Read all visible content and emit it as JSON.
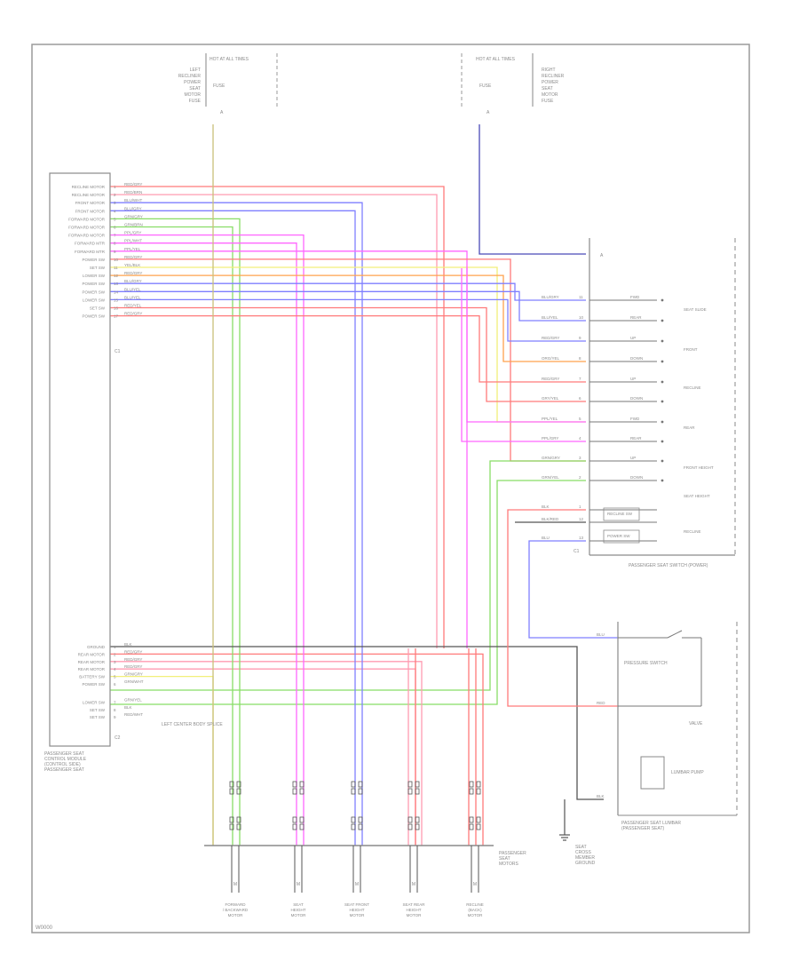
{
  "diagram": {
    "figure_id": "W0000",
    "power_left": {
      "fuse_box": "HOT AT ALL TIMES",
      "fuse": "FUSE",
      "title_lines": [
        "LEFT",
        "RECLINER",
        "POWER",
        "SEAT",
        "MOTOR",
        "FUSE"
      ],
      "pin": "A"
    },
    "power_right": {
      "fuse_box": "HOT AT ALL TIMES",
      "fuse": "FUSE",
      "title_lines": [
        "RIGHT",
        "RECLINER",
        "POWER",
        "SEAT",
        "MOTOR",
        "FUSE"
      ],
      "pin": "A"
    },
    "module": {
      "name_lines": [
        "PASSENGER SEAT",
        "CONTROL MODULE",
        "(CONTROL SIDE)",
        "PASSENGER SEAT"
      ],
      "conn_top": "C1",
      "conn_bottom": "C2",
      "pins_top": [
        {
          "pin": "1",
          "label": "RECLINE MOTOR",
          "wire": "RED/GRY"
        },
        {
          "pin": "2",
          "label": "RECLINE MOTOR",
          "wire": "RED/BRN"
        },
        {
          "pin": "3",
          "label": "FRONT MOTOR",
          "wire": "BLU/WHT"
        },
        {
          "pin": "4",
          "label": "FRONT MOTOR",
          "wire": "BLU/GRY"
        },
        {
          "pin": "5",
          "label": "FORWARD MOTOR",
          "wire": "GRN/GRY"
        },
        {
          "pin": "6",
          "label": "FORWARD MOTOR",
          "wire": "GRN/BRN"
        },
        {
          "pin": "7",
          "label": "FORWARD MOTOR",
          "wire": "PPL/GRY"
        },
        {
          "pin": "8",
          "label": "FORWARD MTR",
          "wire": "PPL/WHT"
        },
        {
          "pin": "9",
          "label": "FORWARD MTR",
          "wire": "PPL/YEL"
        },
        {
          "pin": "10",
          "label": "POWER SW",
          "wire": "RED/GRY"
        },
        {
          "pin": "11",
          "label": "SET SW",
          "wire": "YEL/BLK"
        },
        {
          "pin": "12",
          "label": "LOWER SW",
          "wire": "RED/GRY"
        },
        {
          "pin": "13",
          "label": "POWER SW",
          "wire": "BLU/GRY"
        },
        {
          "pin": "14",
          "label": "POWER SW",
          "wire": "BLU/YEL"
        },
        {
          "pin": "15",
          "label": "LOWER SW",
          "wire": "BLU/YEL"
        },
        {
          "pin": "16",
          "label": "SET SW",
          "wire": "RED/YEL"
        },
        {
          "pin": "17",
          "label": "POWER SW",
          "wire": "RED/GRY"
        }
      ],
      "pins_bottom": [
        {
          "pin": "1",
          "label": "GROUND",
          "wire": "BLK"
        },
        {
          "pin": "2",
          "label": "REAR MOTOR",
          "wire": "RED/GRY"
        },
        {
          "pin": "3",
          "label": "REAR MOTOR",
          "wire": "RED/GRY"
        },
        {
          "pin": "4",
          "label": "REAR MOTOR",
          "wire": "RED/GRY"
        },
        {
          "pin": "5",
          "label": "BATTERY SW",
          "wire": "GRN/GRY"
        },
        {
          "pin": "6",
          "label": "POWER SW",
          "wire": "GRN/WHT"
        },
        {
          "pin": "7",
          "label": "LOWER SW",
          "wire": "GRN/YEL"
        },
        {
          "pin": "8",
          "label": "SET SW",
          "wire": "BLK"
        },
        {
          "pin": "9",
          "label": "SET SW",
          "wire": "RED/WHT"
        }
      ],
      "splice_note": "LEFT CENTER BODY SPLICE"
    },
    "switch_assy": {
      "name": "PASSENGER SEAT SWITCH (POWER)",
      "conn": "C1",
      "pin_a": "A",
      "inputs": [
        {
          "wire": "BLU/GRY",
          "pin": "11"
        },
        {
          "wire": "BLU/YEL",
          "pin": "10"
        },
        {
          "wire": "RED/GRY",
          "pin": "9"
        },
        {
          "wire": "ORG/YEL",
          "pin": "8"
        },
        {
          "wire": "RED/GRY",
          "pin": "7"
        },
        {
          "wire": "GRY/YEL",
          "pin": "6"
        },
        {
          "wire": "PPL/YEL",
          "pin": "5"
        },
        {
          "wire": "PPL/GRY",
          "pin": "4"
        },
        {
          "wire": "GRN/GRY",
          "pin": "3"
        },
        {
          "wire": "GRN/YEL",
          "pin": "2"
        },
        {
          "wire": "BLK",
          "pin": "1"
        },
        {
          "wire": "BLK/RED",
          "pin": "12"
        },
        {
          "wire": "BLU",
          "pin": "13"
        }
      ],
      "positions": [
        "FWD",
        "REAR",
        "UP",
        "DOWN",
        "UP",
        "DOWN",
        "FWD",
        "REAR",
        "UP",
        "DOWN"
      ],
      "functions": [
        "SEAT SLIDE",
        "FRONT",
        "RECLINE",
        "REAR",
        "FRONT HEIGHT",
        "SEAT HEIGHT",
        "RECLINE"
      ],
      "sub_switches": [
        "RECLINE SW",
        "POWER SW"
      ]
    },
    "lumbar": {
      "name_lines": [
        "PASSENGER SEAT LUMBAR",
        "(PASSENGER SEAT)"
      ],
      "switch_label": "PRESSURE SWITCH",
      "wires": [
        "BLU",
        "RED",
        "BLK"
      ],
      "pump": "LUMBAR PUMP",
      "valve": "VALVE"
    },
    "ground_note_lines": [
      "SEAT",
      "CROSS",
      "MEMBER",
      "GROUND"
    ],
    "motors": {
      "connector_lines": [
        "PASSENGER",
        "SEAT",
        "MOTORS"
      ],
      "items": [
        {
          "pin": "M",
          "lines": [
            "FORWARD",
            "/ BACKWARD",
            "MOTOR"
          ]
        },
        {
          "pin": "M",
          "lines": [
            "SEAT",
            "HEIGHT",
            "MOTOR"
          ]
        },
        {
          "pin": "M",
          "lines": [
            "SEAT FRONT",
            "HEIGHT",
            "MOTOR"
          ]
        },
        {
          "pin": "M",
          "lines": [
            "SEAT REAR",
            "HEIGHT",
            "MOTOR"
          ]
        },
        {
          "pin": "M",
          "lines": [
            "RECLINE",
            "(BACK)",
            "MOTOR"
          ]
        }
      ]
    },
    "wire_colors": {
      "red": "#ff7a7a",
      "pink": "#ff9bb0",
      "blue": "#7f7fff",
      "green": "#88dd66",
      "yellow": "#f2ef7a",
      "magenta": "#ff66ff",
      "orange": "#ffa24d",
      "olive": "#c9c07a",
      "gray": "#b0b0b0",
      "navy": "#4a4ab8",
      "dark": "#555555"
    }
  }
}
